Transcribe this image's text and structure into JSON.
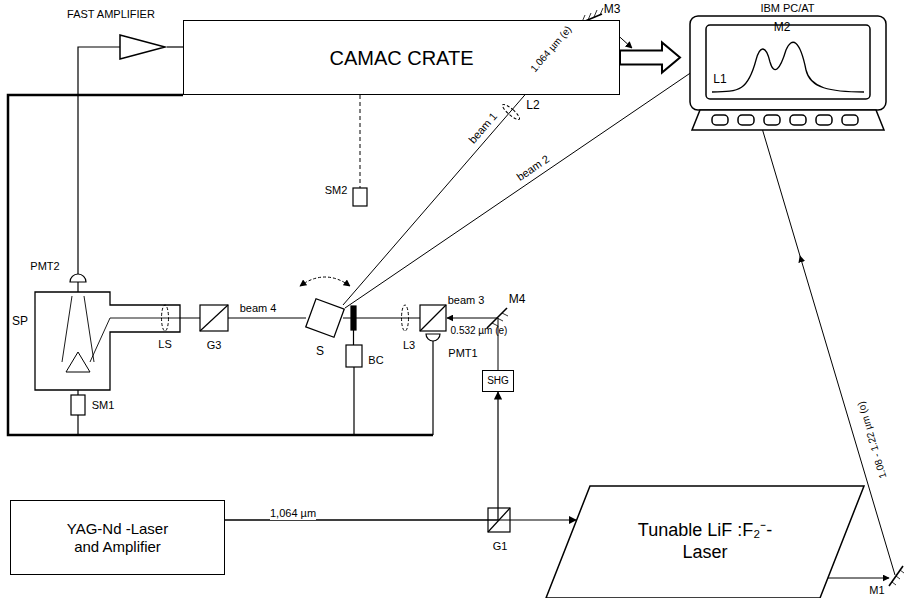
{
  "diagram": {
    "nodes": [
      {
        "text": [
          "CAMAC CRATE"
        ]
      },
      {
        "text": [
          "FAST AMPLIFIER"
        ]
      },
      {
        "text": [
          "IBM PC/AT"
        ]
      },
      {
        "text": [
          "YAG-Nd -Laser and Amplifier"
        ]
      },
      {
        "text": [
          "Tunable LiF :F₂⁻- Laser"
        ]
      },
      {
        "text": [
          "SHG"
        ]
      }
    ],
    "edges": [
      {
        "from": 1,
        "to": 0,
        "arrow": "none"
      },
      {
        "from": 0,
        "to": 2,
        "arrow": "to"
      },
      {
        "from": 3,
        "to": 4,
        "arrow": "to",
        "label": "1,064 µm"
      },
      {
        "from": 3,
        "to": 5,
        "arrow": "to"
      }
    ],
    "labels": [
      "M3",
      "M2",
      "beam 1",
      "1.064 µm (e)",
      "L2",
      "beam 2",
      "L1",
      "SM2",
      "beam 3",
      "0.532 µm (e)",
      "M4",
      "PMT2",
      "SP",
      "beam 4",
      "LS",
      "G3",
      "S",
      "BC",
      "L3",
      "PMT1",
      "SM1",
      "G1",
      "1.08 - 1.22 µm (o)",
      "M1"
    ]
  }
}
